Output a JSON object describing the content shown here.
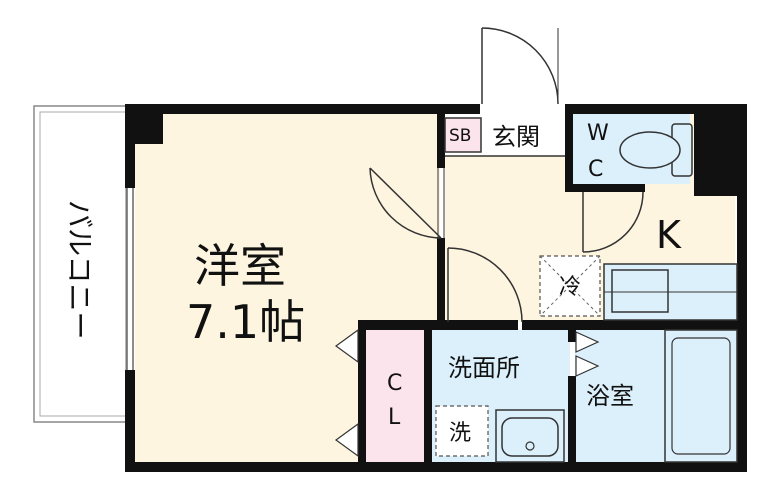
{
  "floorplan": {
    "balcony": "バルコニー",
    "western_room": {
      "name": "洋室",
      "size": "7.1帖"
    },
    "entrance": "玄関",
    "shoe_box": "SB",
    "toilet": {
      "line1": "W",
      "line2": "C"
    },
    "kitchen": "K",
    "fridge": "冷",
    "closet": {
      "line1": "C",
      "line2": "L"
    },
    "washroom": "洗面所",
    "washer": "洗",
    "bathroom": "浴室"
  },
  "colors": {
    "western_room": "#fdf5df",
    "kitchen_area": "#fdf5df",
    "wet_area": "#dcf0fb",
    "closet": "#fbe4ec",
    "wall": "#111111"
  }
}
